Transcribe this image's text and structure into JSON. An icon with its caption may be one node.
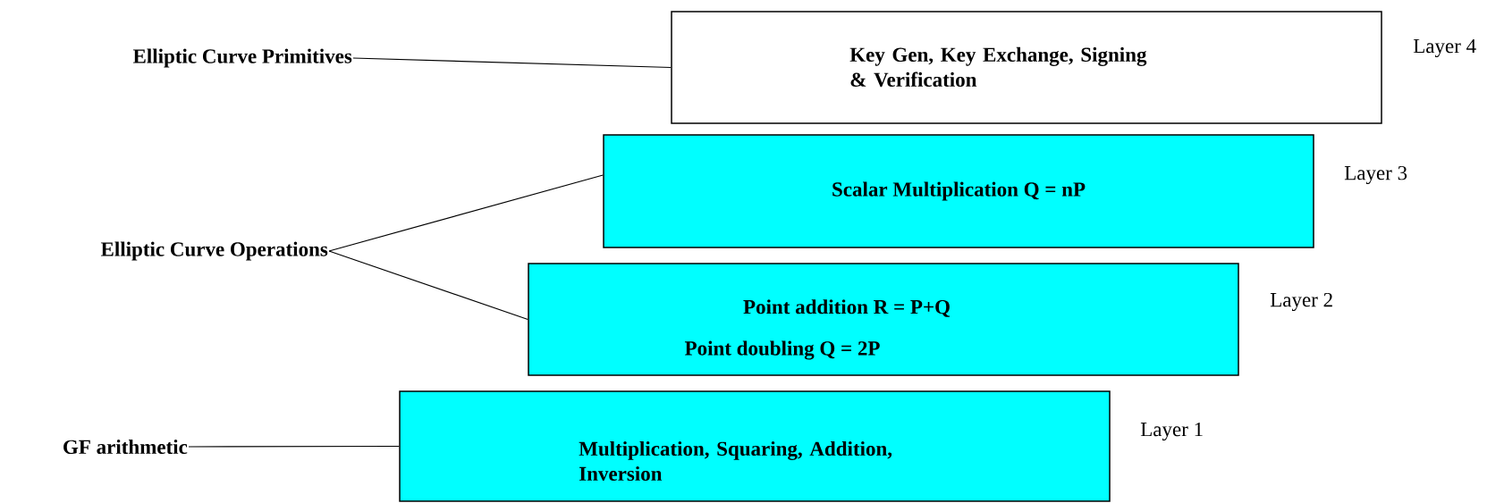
{
  "diagram": {
    "nodes": [
      {
        "text": [
          "Elliptic Curve Primitives"
        ]
      },
      {
        "text": [
          "Key Gen, Key Exchange, Signing & Verification"
        ],
        "beside": [
          "Layer 4"
        ]
      },
      {
        "text": [
          "Elliptic Curve Operations"
        ]
      },
      {
        "text": [
          "Scalar Multiplication Q = nP"
        ],
        "beside": [
          "Layer 3"
        ]
      },
      {
        "text": [
          "Point addition R = P+Q",
          "Point doubling Q = 2P"
        ],
        "beside": [
          "Layer 2"
        ]
      },
      {
        "text": [
          "GF arithmetic"
        ]
      },
      {
        "text": [
          "Multiplication, Squaring, Addition, Inversion"
        ],
        "beside": [
          "Layer 1"
        ]
      }
    ],
    "edges": [
      {
        "from": 0,
        "to": 1,
        "arrow": "none"
      },
      {
        "from": 2,
        "to": 3,
        "arrow": "none"
      },
      {
        "from": 2,
        "to": 4,
        "arrow": "none"
      },
      {
        "from": 5,
        "to": 6,
        "arrow": "none"
      }
    ]
  }
}
